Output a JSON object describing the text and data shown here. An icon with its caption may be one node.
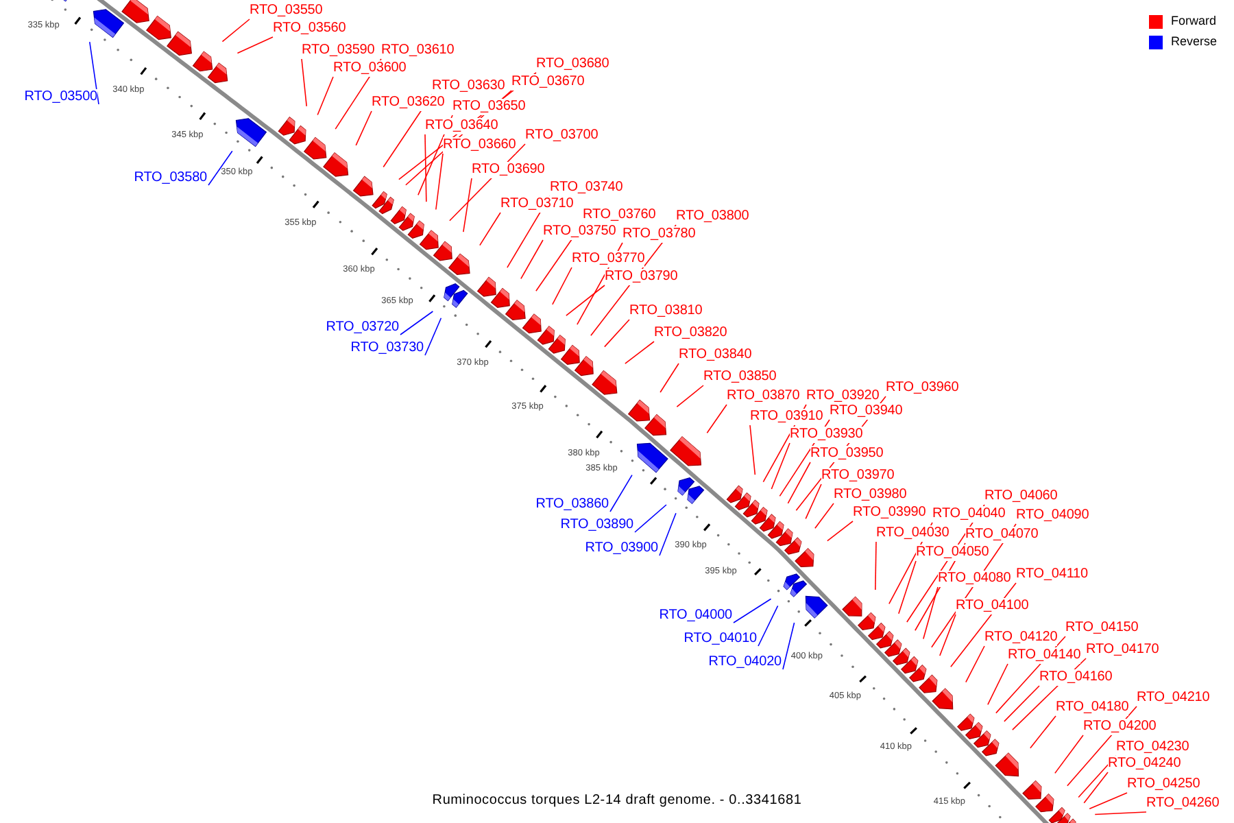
{
  "diagram": {
    "caption": "Ruminococcus torques L2-14 draft genome. - 0..3341681",
    "nodes": [
      {
        "text": [
          "RTO_03550"
        ]
      },
      {
        "text": [
          "RTO_03560"
        ]
      },
      {
        "text": [
          "RTO_03590"
        ]
      },
      {
        "text": [
          "RTO_03610"
        ]
      },
      {
        "text": [
          "RTO_03600"
        ]
      },
      {
        "text": [
          "RTO_03680"
        ]
      },
      {
        "text": [
          "RTO_03670"
        ]
      },
      {
        "text": [
          "RTO_03630"
        ]
      },
      {
        "text": [
          "RTO_03620"
        ]
      },
      {
        "text": [
          "RTO_03650"
        ]
      },
      {
        "text": [
          "RTO_03640"
        ]
      },
      {
        "text": [
          "RTO_03700"
        ]
      },
      {
        "text": [
          "RTO_03660"
        ]
      },
      {
        "text": [
          "RTO_03690"
        ]
      },
      {
        "text": [
          "RTO_03740"
        ]
      },
      {
        "text": [
          "RTO_03710"
        ]
      },
      {
        "text": [
          "RTO_03760"
        ]
      },
      {
        "text": [
          "RTO_03800"
        ]
      },
      {
        "text": [
          "RTO_03750"
        ]
      },
      {
        "text": [
          "RTO_03780"
        ]
      },
      {
        "text": [
          "RTO_03770"
        ]
      },
      {
        "text": [
          "RTO_03790"
        ]
      },
      {
        "text": [
          "RTO_03810"
        ]
      },
      {
        "text": [
          "RTO_03820"
        ]
      },
      {
        "text": [
          "RTO_03840"
        ]
      },
      {
        "text": [
          "RTO_03850"
        ]
      },
      {
        "text": [
          "RTO_03870"
        ]
      },
      {
        "text": [
          "RTO_03920"
        ]
      },
      {
        "text": [
          "RTO_03960"
        ]
      },
      {
        "text": [
          "RTO_03910"
        ]
      },
      {
        "text": [
          "RTO_03940"
        ]
      },
      {
        "text": [
          "RTO_03930"
        ]
      },
      {
        "text": [
          "RTO_03950"
        ]
      },
      {
        "text": [
          "RTO_03970"
        ]
      },
      {
        "text": [
          "RTO_03980"
        ]
      },
      {
        "text": [
          "RTO_03990"
        ]
      },
      {
        "text": [
          "RTO_04060"
        ]
      },
      {
        "text": [
          "RTO_04040"
        ]
      },
      {
        "text": [
          "RTO_04090"
        ]
      },
      {
        "text": [
          "RTO_04030"
        ]
      },
      {
        "text": [
          "RTO_04070"
        ]
      },
      {
        "text": [
          "RTO_04050"
        ]
      },
      {
        "text": [
          "RTO_04080"
        ]
      },
      {
        "text": [
          "RTO_04110"
        ]
      },
      {
        "text": [
          "RTO_04100"
        ]
      },
      {
        "text": [
          "RTO_04150"
        ]
      },
      {
        "text": [
          "RTO_04120"
        ]
      },
      {
        "text": [
          "RTO_04170"
        ]
      },
      {
        "text": [
          "RTO_04140"
        ]
      },
      {
        "text": [
          "RTO_04160"
        ]
      },
      {
        "text": [
          "RTO_04210"
        ]
      },
      {
        "text": [
          "RTO_04180"
        ]
      },
      {
        "text": [
          "RTO_04200"
        ]
      },
      {
        "text": [
          "RTO_04230"
        ]
      },
      {
        "text": [
          "RTO_04240"
        ]
      },
      {
        "text": [
          "RTO_04250"
        ]
      },
      {
        "text": [
          "RTO_04260"
        ]
      },
      {
        "text": [
          "RTO_03500"
        ]
      },
      {
        "text": [
          "RTO_03580"
        ]
      },
      {
        "text": [
          "RTO_03720"
        ]
      },
      {
        "text": [
          "RTO_03730"
        ]
      },
      {
        "text": [
          "RTO_03860"
        ]
      },
      {
        "text": [
          "RTO_03890"
        ]
      },
      {
        "text": [
          "RTO_03900"
        ]
      },
      {
        "text": [
          "RTO_04000"
        ]
      },
      {
        "text": [
          "RTO_04010"
        ]
      },
      {
        "text": [
          "RTO_04020"
        ]
      }
    ],
    "edges": [
      {
        "from": 0,
        "to": null,
        "arrow": "none"
      },
      {
        "from": 1,
        "to": null,
        "arrow": "none"
      },
      {
        "from": 2,
        "to": null,
        "arrow": "none"
      },
      {
        "from": 3,
        "to": null,
        "arrow": "none"
      },
      {
        "from": 4,
        "to": null,
        "arrow": "none"
      },
      {
        "from": 5,
        "to": null,
        "arrow": "none"
      },
      {
        "from": 6,
        "to": null,
        "arrow": "none"
      },
      {
        "from": 7,
        "to": null,
        "arrow": "none"
      },
      {
        "from": 8,
        "to": null,
        "arrow": "none"
      },
      {
        "from": 9,
        "to": null,
        "arrow": "none"
      },
      {
        "from": 10,
        "to": null,
        "arrow": "none"
      },
      {
        "from": 11,
        "to": null,
        "arrow": "none"
      },
      {
        "from": 12,
        "to": null,
        "arrow": "none"
      },
      {
        "from": 13,
        "to": null,
        "arrow": "none"
      },
      {
        "from": 14,
        "to": null,
        "arrow": "none"
      },
      {
        "from": 15,
        "to": null,
        "arrow": "none"
      },
      {
        "from": 16,
        "to": null,
        "arrow": "none"
      },
      {
        "from": 17,
        "to": null,
        "arrow": "none"
      },
      {
        "from": 18,
        "to": null,
        "arrow": "none"
      },
      {
        "from": 19,
        "to": null,
        "arrow": "none"
      },
      {
        "from": 20,
        "to": null,
        "arrow": "none"
      },
      {
        "from": 21,
        "to": null,
        "arrow": "none"
      },
      {
        "from": 22,
        "to": null,
        "arrow": "none"
      },
      {
        "from": 23,
        "to": null,
        "arrow": "none"
      },
      {
        "from": 24,
        "to": null,
        "arrow": "none"
      },
      {
        "from": 25,
        "to": null,
        "arrow": "none"
      },
      {
        "from": 26,
        "to": null,
        "arrow": "none"
      },
      {
        "from": 27,
        "to": null,
        "arrow": "none"
      },
      {
        "from": 28,
        "to": null,
        "arrow": "none"
      },
      {
        "from": 29,
        "to": null,
        "arrow": "none"
      },
      {
        "from": 30,
        "to": null,
        "arrow": "none"
      },
      {
        "from": 31,
        "to": null,
        "arrow": "none"
      },
      {
        "from": 32,
        "to": null,
        "arrow": "none"
      },
      {
        "from": 33,
        "to": null,
        "arrow": "none"
      },
      {
        "from": 34,
        "to": null,
        "arrow": "none"
      },
      {
        "from": 35,
        "to": null,
        "arrow": "none"
      },
      {
        "from": 36,
        "to": null,
        "arrow": "none"
      },
      {
        "from": 37,
        "to": null,
        "arrow": "none"
      },
      {
        "from": 38,
        "to": null,
        "arrow": "none"
      },
      {
        "from": 39,
        "to": null,
        "arrow": "none"
      },
      {
        "from": 40,
        "to": null,
        "arrow": "none"
      },
      {
        "from": 41,
        "to": null,
        "arrow": "none"
      },
      {
        "from": 42,
        "to": null,
        "arrow": "none"
      },
      {
        "from": 43,
        "to": null,
        "arrow": "none"
      },
      {
        "from": 44,
        "to": null,
        "arrow": "none"
      },
      {
        "from": 45,
        "to": null,
        "arrow": "none"
      },
      {
        "from": 46,
        "to": null,
        "arrow": "none"
      },
      {
        "from": 47,
        "to": null,
        "arrow": "none"
      },
      {
        "from": 48,
        "to": null,
        "arrow": "none"
      },
      {
        "from": 49,
        "to": null,
        "arrow": "none"
      },
      {
        "from": 50,
        "to": null,
        "arrow": "none"
      },
      {
        "from": 51,
        "to": null,
        "arrow": "none"
      },
      {
        "from": 52,
        "to": null,
        "arrow": "none"
      },
      {
        "from": 53,
        "to": null,
        "arrow": "none"
      },
      {
        "from": 54,
        "to": null,
        "arrow": "none"
      },
      {
        "from": 55,
        "to": null,
        "arrow": "none"
      },
      {
        "from": 56,
        "to": null,
        "arrow": "none"
      },
      {
        "from": 57,
        "to": null,
        "arrow": "none",
        "color": "#0000ff"
      },
      {
        "from": 58,
        "to": null,
        "arrow": "none",
        "color": "#0000ff"
      },
      {
        "from": 59,
        "to": null,
        "arrow": "none",
        "color": "#0000ff"
      },
      {
        "from": 60,
        "to": null,
        "arrow": "none",
        "color": "#0000ff"
      },
      {
        "from": 61,
        "to": null,
        "arrow": "none",
        "color": "#0000ff"
      },
      {
        "from": 62,
        "to": null,
        "arrow": "none",
        "color": "#0000ff"
      },
      {
        "from": 63,
        "to": null,
        "arrow": "none",
        "color": "#0000ff"
      },
      {
        "from": 64,
        "to": null,
        "arrow": "none",
        "color": "#0000ff"
      },
      {
        "from": 65,
        "to": null,
        "arrow": "none",
        "color": "#0000ff"
      },
      {
        "from": 66,
        "to": null,
        "arrow": "none",
        "color": "#0000ff"
      }
    ],
    "labels": [
      "335 kbp",
      "340 kbp",
      "345 kbp",
      "350 kbp",
      "355 kbp",
      "360 kbp",
      "365 kbp",
      "370 kbp",
      "375 kbp",
      "380 kbp",
      "385 kbp",
      "390 kbp",
      "395 kbp",
      "400 kbp",
      "405 kbp",
      "410 kbp",
      "415 kbp"
    ],
    "legend": [
      {
        "text": "Forward",
        "color": "#ff0000"
      },
      {
        "text": "Reverse",
        "color": "#0000ff"
      }
    ]
  }
}
